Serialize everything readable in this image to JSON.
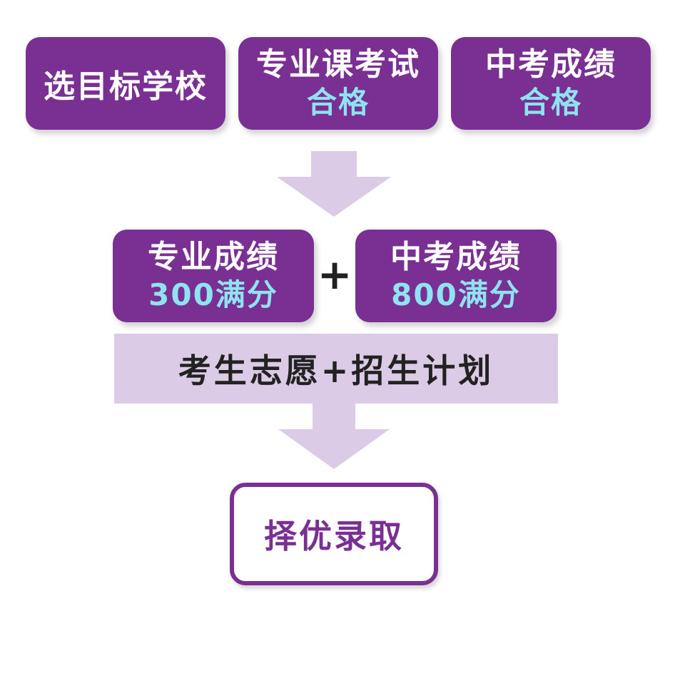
{
  "colors": {
    "box_fill": "#7a2f93",
    "highlight_text": "#8fe3f0",
    "arrow_fill": "#dccbe6",
    "band_fill": "#dccbe6",
    "dark_text": "#222222"
  },
  "top_row": [
    {
      "line1": "选目标学校",
      "line2": ""
    },
    {
      "line1": "专业课考试",
      "line2": "合格"
    },
    {
      "line1": "中考成绩",
      "line2": "合格"
    }
  ],
  "middle_row": [
    {
      "line1": "专业成绩",
      "line2": "300满分"
    },
    {
      "line1": "中考成绩",
      "line2": "800满分"
    }
  ],
  "plus_sign": "+",
  "band_text": "考生志愿+招生计划",
  "final_text": "择优录取"
}
